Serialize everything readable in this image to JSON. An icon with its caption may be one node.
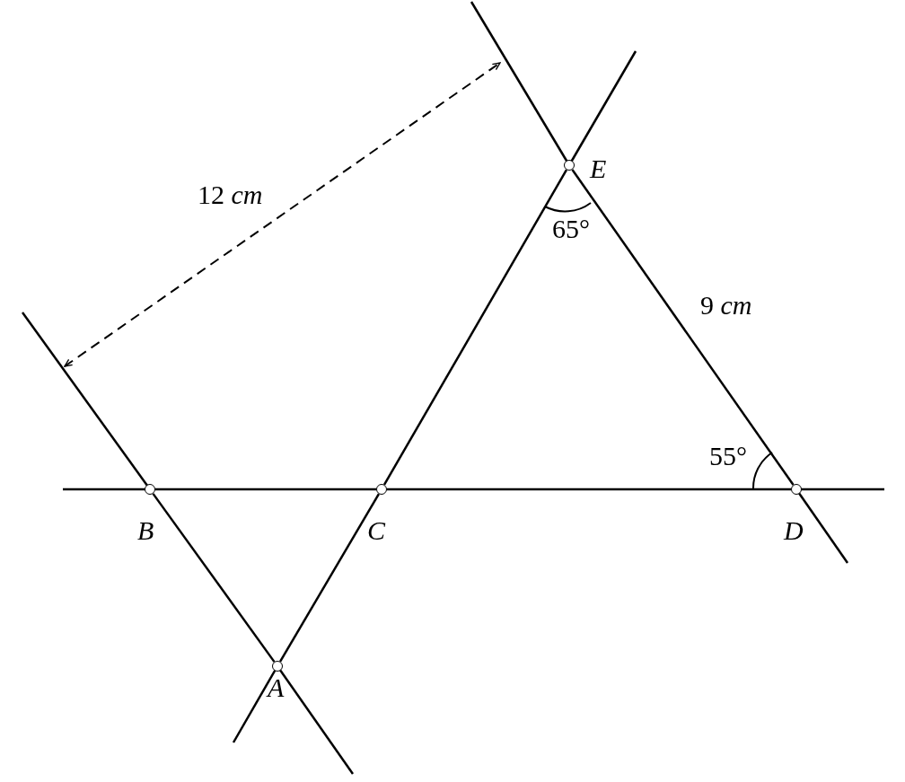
{
  "diagram": {
    "nodes": [
      {
        "text": [
          "B"
        ]
      },
      {
        "text": [
          "C"
        ]
      },
      {
        "text": [
          "D"
        ]
      },
      {
        "text": [
          "E"
        ]
      },
      {
        "text": [
          "A"
        ]
      }
    ],
    "edges": [
      {
        "from": 0,
        "to": 1,
        "arrow": "none"
      },
      {
        "from": 1,
        "to": 2,
        "arrow": "none"
      },
      {
        "from": 0,
        "to": 4,
        "arrow": "none"
      },
      {
        "from": 4,
        "to": 1,
        "arrow": "none"
      },
      {
        "from": 1,
        "to": 3,
        "arrow": "none"
      },
      {
        "from": 3,
        "to": 2,
        "arrow": "none"
      }
    ],
    "labels": [
      "12 *cm*",
      "65°",
      "9 *cm*",
      "55°"
    ]
  }
}
